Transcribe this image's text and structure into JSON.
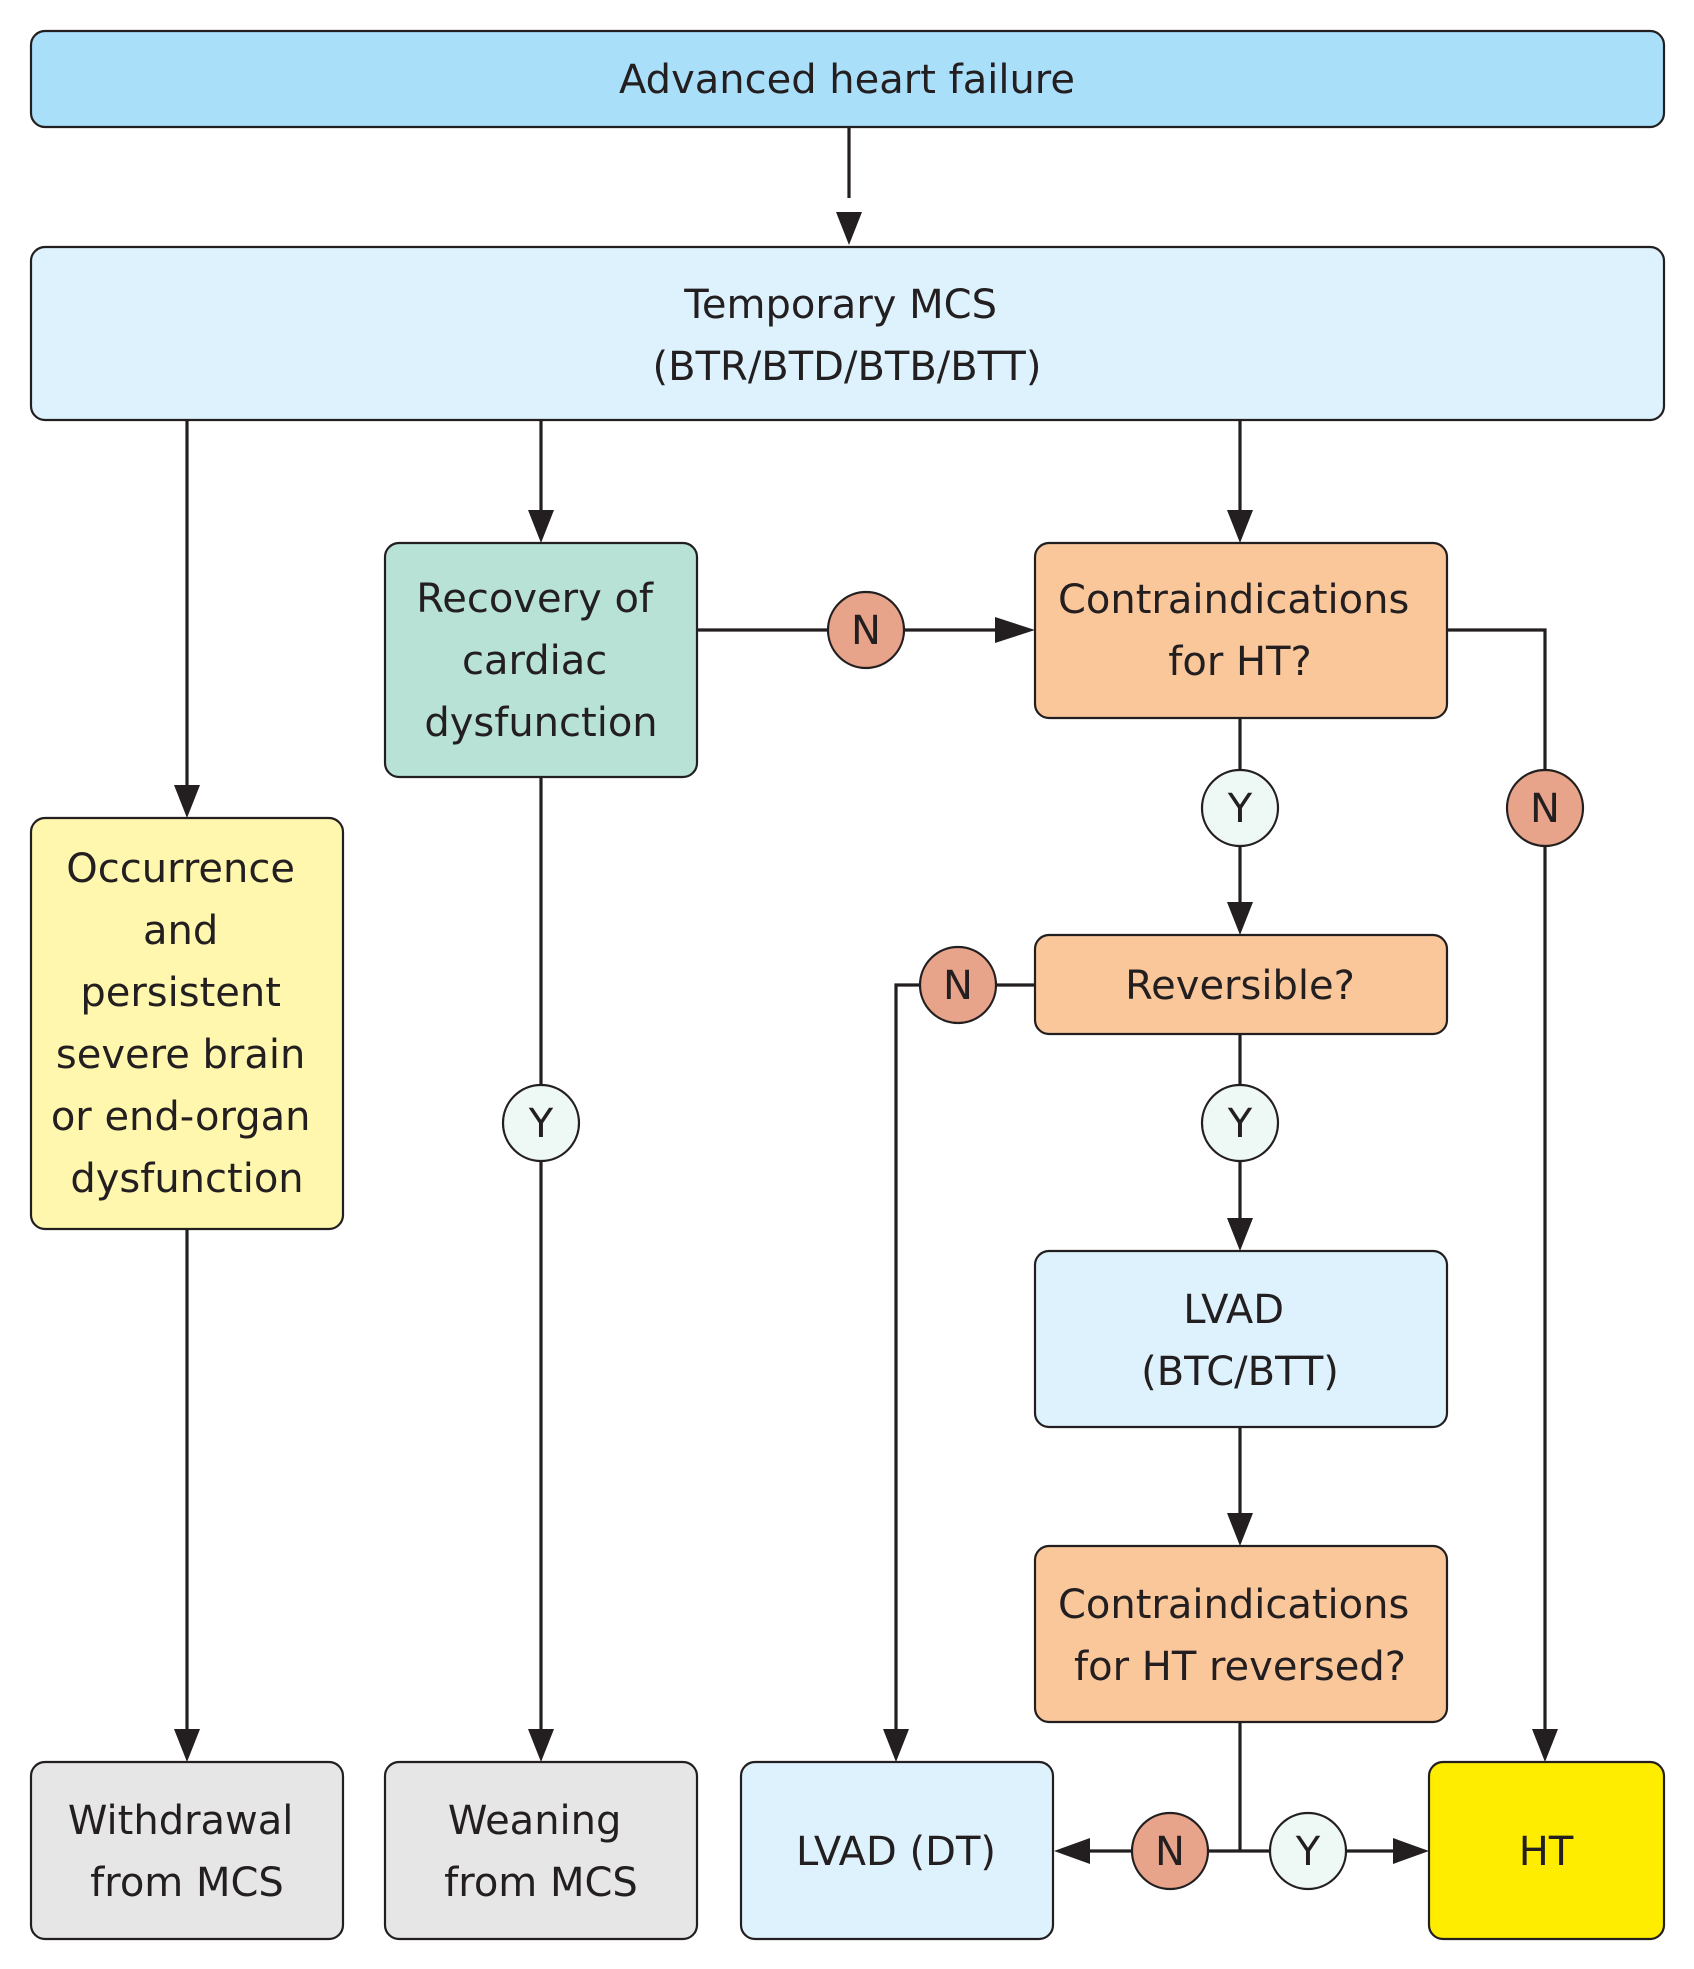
{
  "colors": {
    "blue_dark": "#aadffa",
    "blue_light": "#ddf2fd",
    "green": "#b8e2d5",
    "orange": "#fac79b",
    "yellow_light": "#fff7ad",
    "gray": "#e6e6e6",
    "yellow": "#ffed00",
    "badge_no": "#e8a38b",
    "badge_yes": "#eef8f5",
    "line": "#231f20"
  },
  "nodes": {
    "advanced_hf": {
      "lines": [
        "Advanced heart failure"
      ]
    },
    "temporary_mcs": {
      "lines": [
        "Temporary MCS",
        "(BTR/BTD/BTB/BTT)"
      ]
    },
    "recovery": {
      "lines": [
        "Recovery of",
        "cardiac",
        "dysfunction"
      ]
    },
    "contraindications": {
      "lines": [
        "Contraindications",
        "for HT?"
      ]
    },
    "occurrence": {
      "lines": [
        "Occurrence",
        "and",
        "persistent",
        "severe brain",
        "or end-organ",
        "dysfunction"
      ]
    },
    "reversible": {
      "lines": [
        "Reversible?"
      ]
    },
    "lvad_btc": {
      "lines": [
        "LVAD",
        "(BTC/BTT)"
      ]
    },
    "contra_reversed": {
      "lines": [
        "Contraindications",
        "for HT reversed?"
      ]
    },
    "withdrawal": {
      "lines": [
        "Withdrawal",
        "from MCS"
      ]
    },
    "weaning": {
      "lines": [
        "Weaning",
        "from MCS"
      ]
    },
    "lvad_dt": {
      "lines": [
        "LVAD (DT)"
      ]
    },
    "ht": {
      "lines": [
        "HT"
      ]
    }
  },
  "badges": {
    "no": "N",
    "yes": "Y"
  }
}
